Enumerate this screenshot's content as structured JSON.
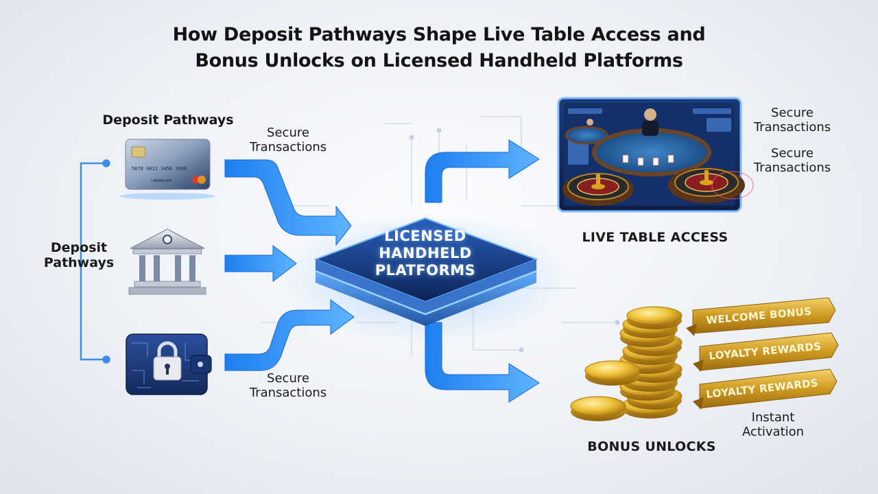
{
  "title": {
    "line1": "How Deposit Pathways Shape Live Table Access and",
    "line2": "Bonus Unlocks on Licensed Handheld Platforms"
  },
  "deposit": {
    "heading": "Deposit Pathways",
    "side_label": "Deposit Pathways",
    "methods": [
      {
        "name": "card-icon",
        "card_digits": "5678  9012  3456  7890",
        "card_name": "CARDHOLDER"
      },
      {
        "name": "bank-icon"
      },
      {
        "name": "wallet-lock-icon"
      }
    ]
  },
  "labels": {
    "secure_top": "Secure Transactions",
    "secure_bottom": "Secure Transactions",
    "secure_right_1": "Secure Transactions",
    "secure_right_2": "Secure Transactions",
    "instant": "Instant Activation"
  },
  "platform": {
    "line1": "LICENSED",
    "line2": "HANDHELD",
    "line3": "PLATFORMS"
  },
  "live": {
    "label": "LIVE TABLE ACCESS"
  },
  "bonus": {
    "label": "BONUS UNLOCKS",
    "ribbons": [
      "WELCOME BONUS",
      "LOYALTY REWARDS",
      "LOYALTY REWARDS"
    ]
  },
  "colors": {
    "arrow_blue": "#2f8df5",
    "platform_dark": "#0d2b63",
    "gold": "#d9a520",
    "connector_blue": "#3a8ee8"
  }
}
